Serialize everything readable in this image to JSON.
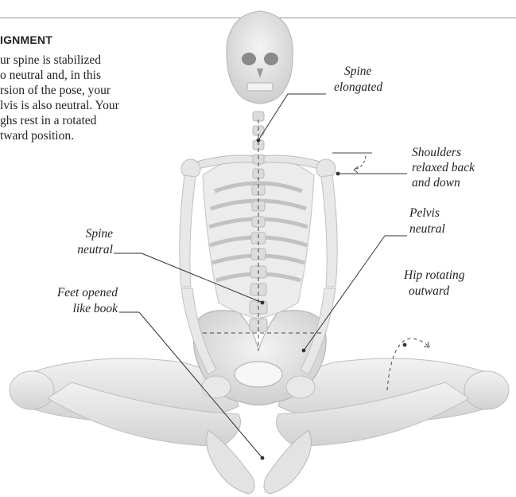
{
  "heading": "IGNMENT",
  "body_lines": [
    "ur spine is stabilized",
    "o neutral and, in this",
    "rsion of the pose, your",
    "lvis is also neutral. Your",
    "ghs rest in a rotated",
    "tward position."
  ],
  "labels": {
    "spine_elongated": [
      "Spine",
      "elongated"
    ],
    "shoulders": [
      "Shoulders",
      "relaxed back",
      "and down"
    ],
    "pelvis_neutral": [
      "Pelvis",
      "neutral"
    ],
    "spine_neutral": [
      "Spine",
      "neutral"
    ],
    "hip_rotating": [
      "Hip rotating",
      "outward"
    ],
    "feet_opened": [
      "Feet opened",
      "like book"
    ]
  }
}
